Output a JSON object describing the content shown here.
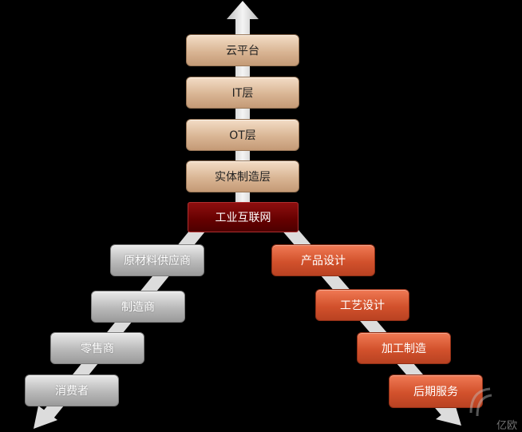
{
  "stack": {
    "cloud": "云平台",
    "it": "IT层",
    "ot": "OT层",
    "physical": "实体制造层",
    "core": "工业互联网"
  },
  "left_chain": [
    "原材料供应商",
    "制造商",
    "零售商",
    "消费者"
  ],
  "right_chain": [
    "产品设计",
    "工艺设计",
    "加工制造",
    "后期服务"
  ],
  "watermark": "亿欧",
  "colors": {
    "background": "#000000",
    "tan": "#d9b594",
    "core": "#650000",
    "gray": "#b9b9b9",
    "orange": "#d2512c",
    "arrow": "#e6e6e6"
  }
}
